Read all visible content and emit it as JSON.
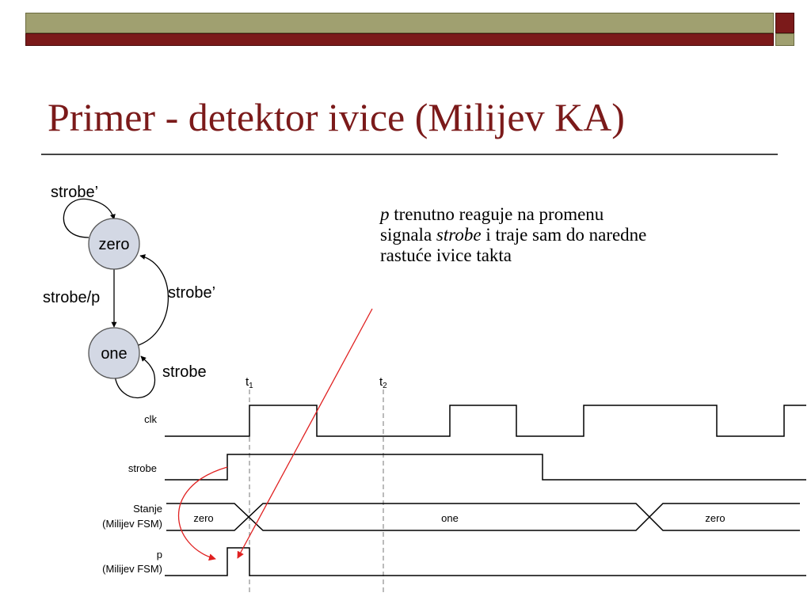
{
  "title": "Primer - detektor ivice (Milijev KA)",
  "note": {
    "p": "p",
    "t1": " trenutno reaguje na promenu signala ",
    "strobe": "strobe",
    "t2": " i traje sam do naredne rastuće ivice takta"
  },
  "fsm": {
    "states": [
      "zero",
      "one"
    ],
    "labels": {
      "zero_self": "strobe’",
      "zero_to_one": "strobe/p",
      "one_to_zero": "strobe’",
      "one_self": "strobe"
    }
  },
  "timing": {
    "markers": {
      "t1": {
        "base": "t",
        "sub": "1"
      },
      "t2": {
        "base": "t",
        "sub": "2"
      }
    },
    "signals": {
      "clk": "clk",
      "strobe": "strobe",
      "state": {
        "line1": "Stanje",
        "line2": "(Milijev FSM)"
      },
      "p": {
        "line1": "p",
        "line2": "(Milijev FSM)"
      }
    },
    "state_values": [
      "zero",
      "one",
      "zero"
    ]
  },
  "colors": {
    "title": "#7b1a1a",
    "band_olive": "#a0a070",
    "band_red": "#7b1a1a",
    "node_fill": "#d3d8e4",
    "annotation_arrow": "#e02020"
  }
}
